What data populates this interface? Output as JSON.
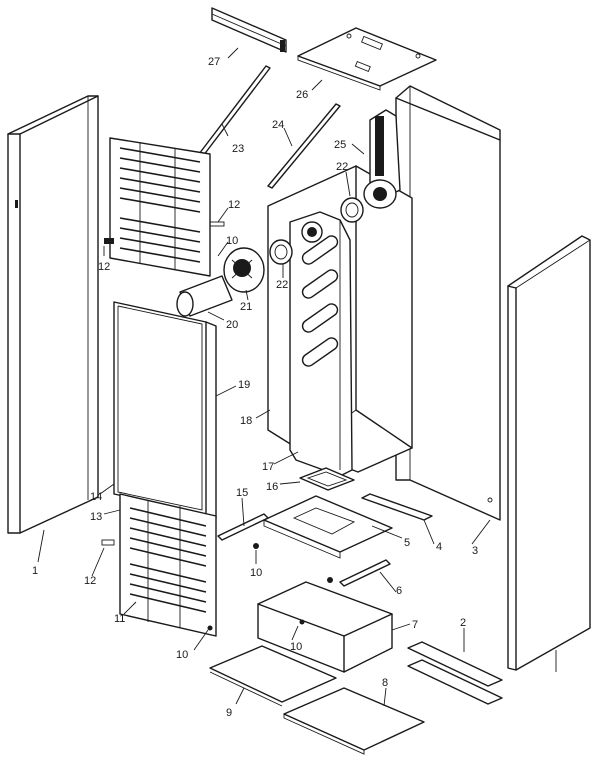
{
  "callouts": {
    "c1": "1",
    "c2": "2",
    "c3": "3",
    "c4": "4",
    "c5": "5",
    "c6": "6",
    "c7": "7",
    "c8": "8",
    "c9": "9",
    "c10a": "10",
    "c10b": "10",
    "c10c": "10",
    "c10d": "10",
    "c11": "11",
    "c12a": "12",
    "c12b": "12",
    "c12c": "12",
    "c13": "13",
    "c14": "14",
    "c15": "15",
    "c16": "16",
    "c17": "17",
    "c18": "18",
    "c19": "19",
    "c20": "20",
    "c21": "21",
    "c22a": "22",
    "c22b": "22",
    "c23": "23",
    "c24": "24",
    "c25": "25",
    "c26": "26",
    "c27": "27"
  }
}
